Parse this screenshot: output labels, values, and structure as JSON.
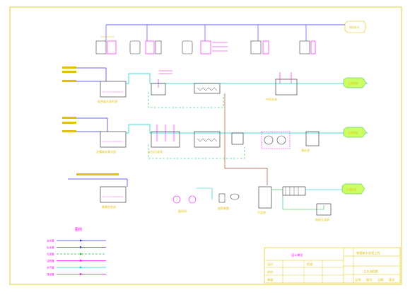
{
  "colors": {
    "border": "#e0c000",
    "pipe_blue": "#3030ff",
    "pipe_cyan": "#00d0d0",
    "pipe_green": "#20c040",
    "pipe_magenta": "#ff00ff",
    "pipe_brown": "#a0522d",
    "equipment": "#404040",
    "outlet_fill": "#ccff66",
    "label": "#e0c000"
  },
  "legend": {
    "title": "图例",
    "items": [
      {
        "label": "进水管",
        "color": "#3030ff",
        "style": "solid"
      },
      {
        "label": "出水管",
        "color": "#3030ff",
        "style": "solid"
      },
      {
        "label": "污泥管",
        "color": "#20c040",
        "style": "dashed"
      },
      {
        "label": "加药管",
        "color": "#ff00ff",
        "style": "solid"
      },
      {
        "label": "空气管",
        "color": "#00d0d0",
        "style": "solid"
      },
      {
        "label": "排泥管",
        "color": "#ff00ff",
        "style": "solid"
      }
    ]
  },
  "outlets": {
    "top_right": "接自来水",
    "row1_right": "达标排放",
    "row2_right": "达标排放",
    "row3_right": "污泥外运"
  },
  "tanks": {
    "t1": "综合废水调节池",
    "t2": "含镍废水调节池",
    "t3": "事故应急池",
    "reactor": "反应沉淀池",
    "mbr": "中间水池",
    "press": "板框压滤机",
    "sludge": "污泥池",
    "blower": "鼓风机",
    "dosing": "加药装置",
    "clean": "清水池"
  },
  "title_block": {
    "project": "电镀废水处理工程",
    "drawing": "工艺流程图",
    "company": "设计单位",
    "rows": [
      "设计",
      "校对",
      "审核",
      "批准"
    ],
    "cols": [
      "比例",
      "图号",
      "日期",
      "版次"
    ]
  }
}
